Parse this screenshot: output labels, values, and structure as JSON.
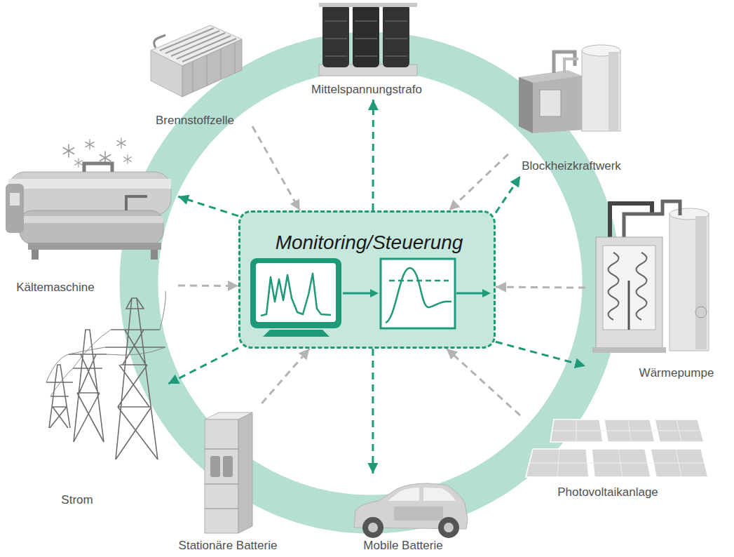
{
  "diagram": {
    "nodes": [
      {
        "text": [
          "Monitoring/Steuerung"
        ]
      },
      {
        "text": [
          "Brennstoffzelle"
        ]
      },
      {
        "text": [
          "Mittelspannungstrafo"
        ]
      },
      {
        "text": [
          "Blockheizkraftwerk"
        ]
      },
      {
        "text": [
          "Kältemaschine"
        ]
      },
      {
        "text": [
          "Wärmepumpe"
        ]
      },
      {
        "text": [
          "Strom"
        ]
      },
      {
        "text": [
          "Stationäre Batterie"
        ]
      },
      {
        "text": [
          "Mobile Batterie"
        ]
      },
      {
        "text": [
          "Photovoltaikanlage"
        ]
      }
    ],
    "edges": [
      {
        "from": 0,
        "to": 2,
        "arrow": "to"
      },
      {
        "from": 1,
        "to": 0,
        "arrow": "to"
      },
      {
        "from": 3,
        "to": 0,
        "arrow": "to"
      },
      {
        "from": 0,
        "to": 4,
        "arrow": "to"
      },
      {
        "from": 0,
        "to": 3,
        "arrow": "to"
      },
      {
        "from": 4,
        "to": 0,
        "arrow": "to"
      },
      {
        "from": 5,
        "to": 0,
        "arrow": "to"
      },
      {
        "from": 0,
        "to": 6,
        "arrow": "to"
      },
      {
        "from": 0,
        "to": 5,
        "arrow": "to"
      },
      {
        "from": 0,
        "to": 8,
        "arrow": "to"
      },
      {
        "from": 7,
        "to": 0,
        "arrow": "to"
      },
      {
        "from": 9,
        "to": 0,
        "arrow": "to"
      }
    ]
  }
}
